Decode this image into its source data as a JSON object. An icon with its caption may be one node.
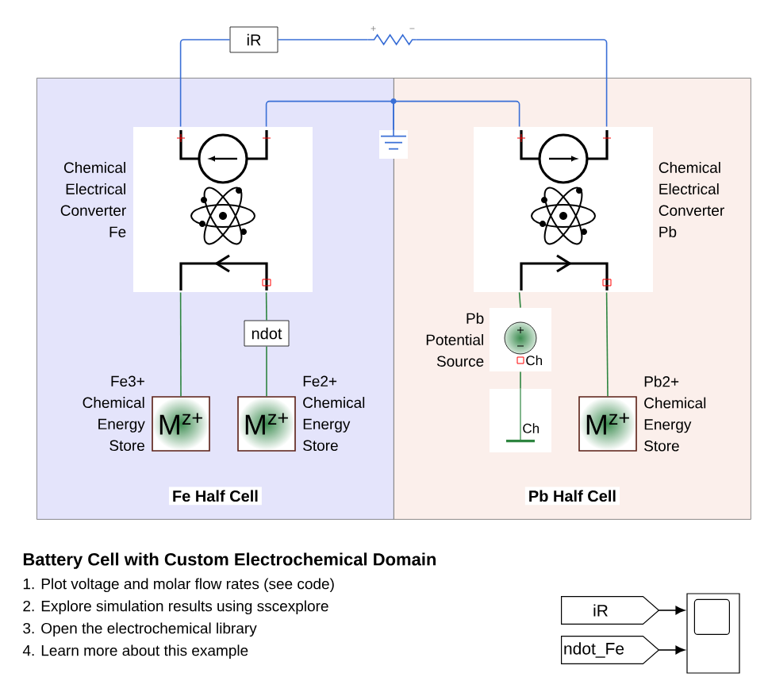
{
  "diagram": {
    "title": "Battery Cell with Custom Electrochemical Domain",
    "nodes": [
      {
        "text": [
          "Fe Half Cell"
        ]
      },
      {
        "text": [
          "Pb Half Cell"
        ]
      },
      {
        "text": [
          "iR"
        ]
      },
      {
        "text": [],
        "shape": "resistor"
      },
      {
        "text": [
          "Chemical Electrical Converter Fe"
        ],
        "in": 0
      },
      {
        "text": [],
        "shape": "ground"
      },
      {
        "text": [
          "Fe3+ Chemical Energy Store",
          "M$^{z+}$"
        ],
        "in": 0
      },
      {
        "text": [
          "M$^{z+}$",
          "Fe2+ Chemical Energy Store"
        ],
        "in": 0
      },
      {
        "text": [
          "ndot"
        ],
        "in": 0
      },
      {
        "text": [
          "Chemical Electrical Converter Pb"
        ],
        "in": 1
      },
      {
        "text": [
          "Pb Potential Source",
          "Ch"
        ],
        "in": 1
      },
      {
        "text": [
          "Ch"
        ],
        "in": 1
      },
      {
        "text": [
          "M$^{z+}$",
          "Pb2+ Chemical Energy Store"
        ],
        "in": 1
      },
      {
        "text": [
          "iR"
        ]
      },
      {
        "text": [
          "ndot_Fe"
        ]
      },
      {
        "text": [],
        "shape": "box"
      }
    ],
    "edges": [
      {
        "from": 2,
        "to": 4,
        "arrow": "none",
        "color": "#3a6fd6"
      },
      {
        "from": 2,
        "to": 3,
        "arrow": "none",
        "color": "#3a6fd6"
      },
      {
        "from": 3,
        "to": 9,
        "arrow": "none",
        "color": "#3a6fd6"
      },
      {
        "from": 4,
        "to": 5,
        "arrow": "none",
        "color": "#3a6fd6"
      },
      {
        "from": 5,
        "to": 9,
        "arrow": "none",
        "color": "#3a6fd6"
      },
      {
        "from": 4,
        "to": 6,
        "arrow": "none",
        "color": "#2e8540"
      },
      {
        "from": 4,
        "to": 8,
        "arrow": "none",
        "color": "#2e8540"
      },
      {
        "from": 8,
        "to": 7,
        "arrow": "none",
        "color": "#2e8540"
      },
      {
        "from": 9,
        "to": 10,
        "arrow": "none",
        "color": "#2e8540"
      },
      {
        "from": 10,
        "to": 11,
        "arrow": "none",
        "color": "#2e8540"
      },
      {
        "from": 9,
        "to": 12,
        "arrow": "none",
        "color": "#2e8540"
      },
      {
        "from": 13,
        "to": 15,
        "arrow": "to",
        "color": "#000000"
      },
      {
        "from": 14,
        "to": 15,
        "arrow": "to",
        "color": "#000000"
      }
    ],
    "labels": [
      "1. Plot voltage and molar flow rates (see code)",
      "2. Explore simulation results using sscexplore",
      "3. Open the electrochemical library",
      "4. Learn more about this example"
    ]
  }
}
